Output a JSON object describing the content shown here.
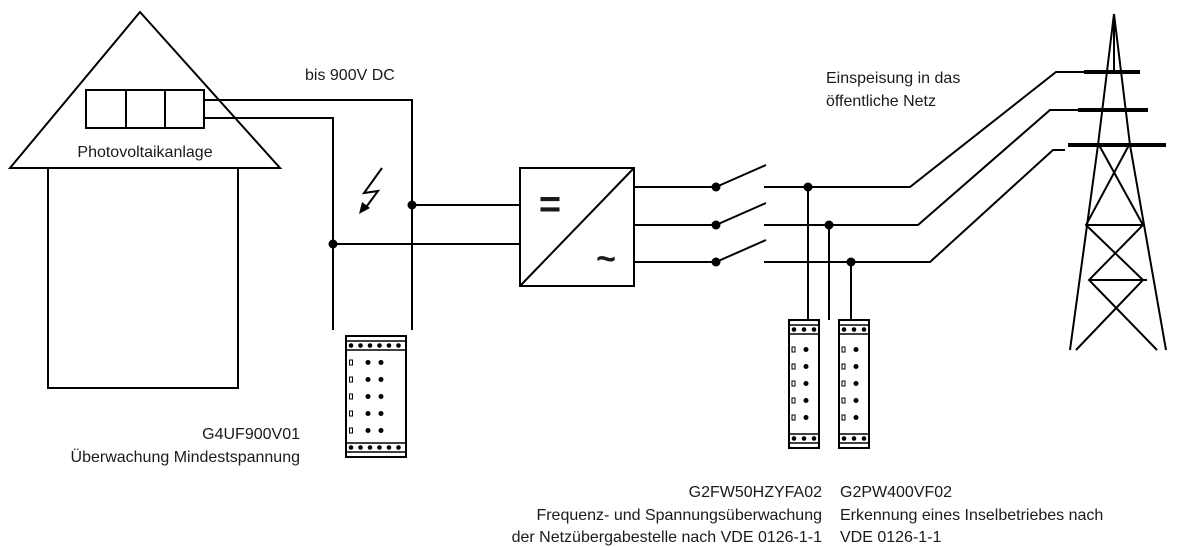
{
  "house": {
    "label": "Photovoltaikanlage"
  },
  "dc": {
    "label": "bis 900V DC"
  },
  "grid": {
    "label_line1": "Einspeisung in das",
    "label_line2": "öffentliche Netz"
  },
  "inverter": {
    "dc_symbol": "=",
    "ac_symbol": "~"
  },
  "devices": [
    {
      "code": "G4UF900V01",
      "desc": [
        "Überwachung Mindestspannung"
      ]
    },
    {
      "code": "G2FW50HZYFA02",
      "desc": [
        "Frequenz- und Spannungsüberwachung",
        "der Netzübergabestelle nach VDE 0126-1-1"
      ]
    },
    {
      "code": "G2PW400VF02",
      "desc": [
        "Erkennung eines Inselbetriebes nach",
        "VDE 0126-1-1"
      ]
    }
  ]
}
